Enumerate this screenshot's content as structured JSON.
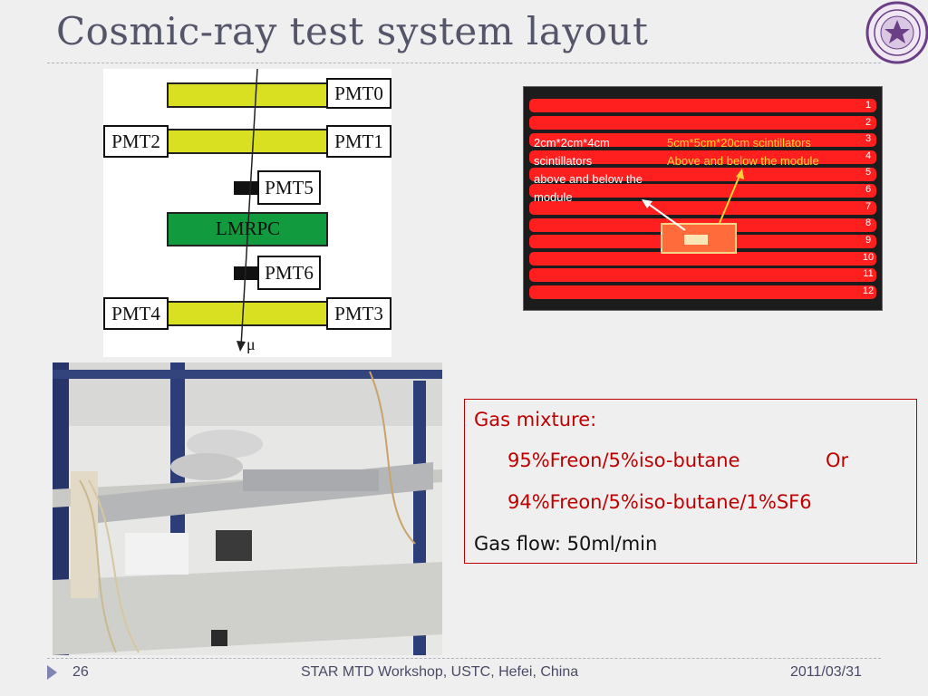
{
  "slide": {
    "title": "Cosmic-ray test system layout"
  },
  "schematic": {
    "pmt_labels": [
      "PMT0",
      "PMT2",
      "PMT1",
      "PMT5",
      "LMRPC",
      "PMT6",
      "PMT4",
      "PMT3"
    ],
    "muon_label": "μ",
    "colors": {
      "scintillator": "#d9e021",
      "lmrpc": "#119a3e"
    }
  },
  "strip_module": {
    "strip_numbers": [
      "1",
      "2",
      "3",
      "4",
      "5",
      "6",
      "7",
      "8",
      "9",
      "10",
      "11",
      "12"
    ],
    "left_label": "2cm*2cm*4cm scintillators above and below the module",
    "left_label_lines": [
      "2cm*2cm*4cm",
      "scintillators",
      "above and below the",
      "module"
    ],
    "right_label_lines": [
      "5cm*5cm*20cm scintillators",
      "Above and below the module"
    ],
    "colors": {
      "strip": "#ff1f1f",
      "right_label": "#ffd23a"
    }
  },
  "gas_info": {
    "line1": "Gas mixture:",
    "line2_a": "95%Freon/5%iso-butane",
    "line2_b": "Or",
    "line3": "94%Freon/5%iso-butane/1%SF6",
    "line4": "Gas flow: 50ml/min",
    "colors": {
      "accent": "#c00000"
    }
  },
  "footer": {
    "page_number": "26",
    "event": "STAR MTD Workshop, USTC, Hefei, China",
    "date": "2011/03/31"
  }
}
